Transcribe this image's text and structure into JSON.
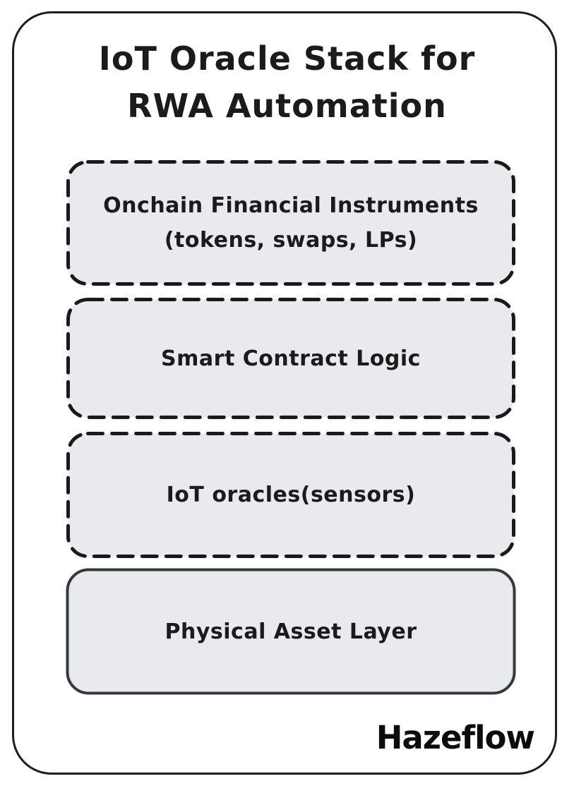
{
  "diagram": {
    "title": {
      "line1": "IoT Oracle Stack for",
      "line2": "RWA Automation"
    },
    "layers": [
      {
        "name": "onchain-financial-instruments",
        "line1": "Onchain Financial Instruments",
        "line2": "(tokens, swaps, LPs)",
        "border_style": "dashed"
      },
      {
        "name": "smart-contract-logic",
        "line1": "Smart Contract Logic",
        "line2": "",
        "border_style": "dashed"
      },
      {
        "name": "iot-oracles",
        "line1": "IoT oracles(sensors)",
        "line2": "",
        "border_style": "dashed"
      },
      {
        "name": "physical-asset-layer",
        "line1": "Physical Asset Layer",
        "line2": "",
        "border_style": "solid"
      }
    ],
    "logo": "Hazeflow",
    "colors": {
      "background": "#ffffff",
      "box_fill": "#e9eaed",
      "dashed_border": "#1a1a1a",
      "solid_border": "#343a40",
      "frame_border": "#1e1e1e",
      "text": "#1b1b1b",
      "logo_text": "#0c0c0c"
    }
  }
}
